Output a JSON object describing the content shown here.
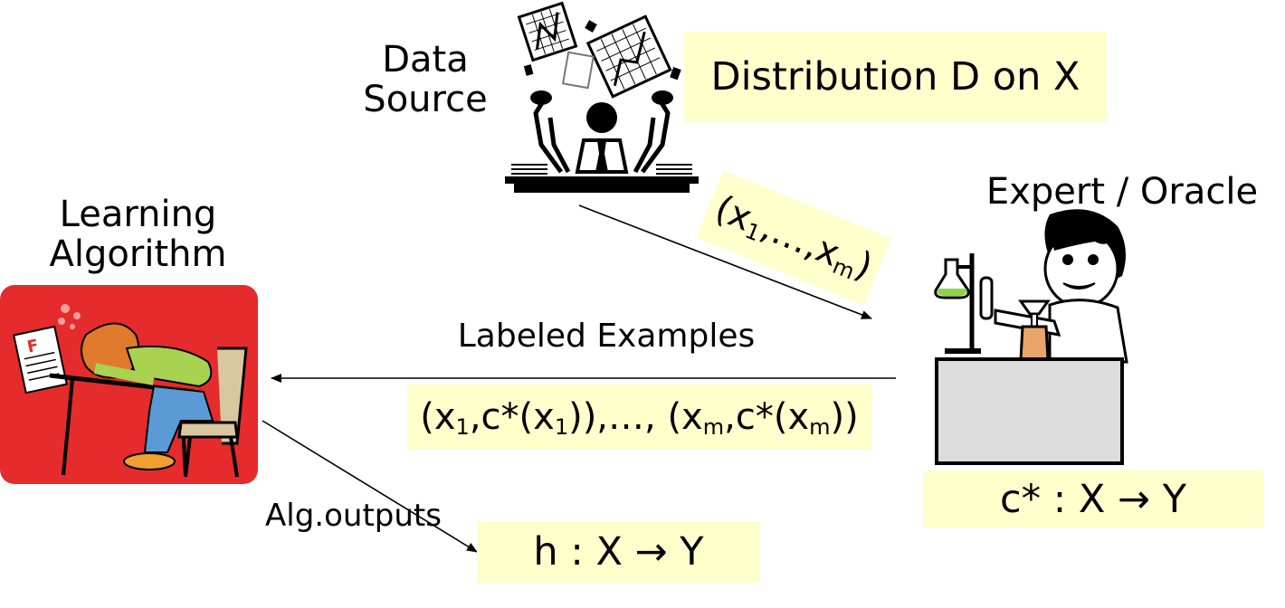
{
  "colors": {
    "highlight": "#ffffcc",
    "clipart_red": "#e52b2b",
    "desk_gray": "#dcdcdc",
    "text": "#000000"
  },
  "icons": [
    "data-source-icon",
    "oracle-icon",
    "student-icon"
  ],
  "data_source": {
    "line1": "Data",
    "line2": "Source"
  },
  "distribution": {
    "text": "Distribution D on X"
  },
  "samples": {
    "open": "(x",
    "sub1": "1",
    "mid": ",…,x",
    "subm": "m",
    "close": ")"
  },
  "expert": {
    "title": "Expert / Oracle"
  },
  "learner": {
    "line1": "Learning",
    "line2": "Algorithm"
  },
  "labeled_examples": {
    "title": "Labeled Examples"
  },
  "examples": {
    "p1": "(x",
    "s1": "1",
    "p2": ",c*(x",
    "s2": "1",
    "p3": ")),…, (x",
    "s3": "m",
    "p4": ",c*(x",
    "s4": "m",
    "p5": "))"
  },
  "target": {
    "text": "c* : X → Y"
  },
  "outputs": {
    "label": "Alg.outputs"
  },
  "hypothesis": {
    "text": "h : X → Y"
  }
}
